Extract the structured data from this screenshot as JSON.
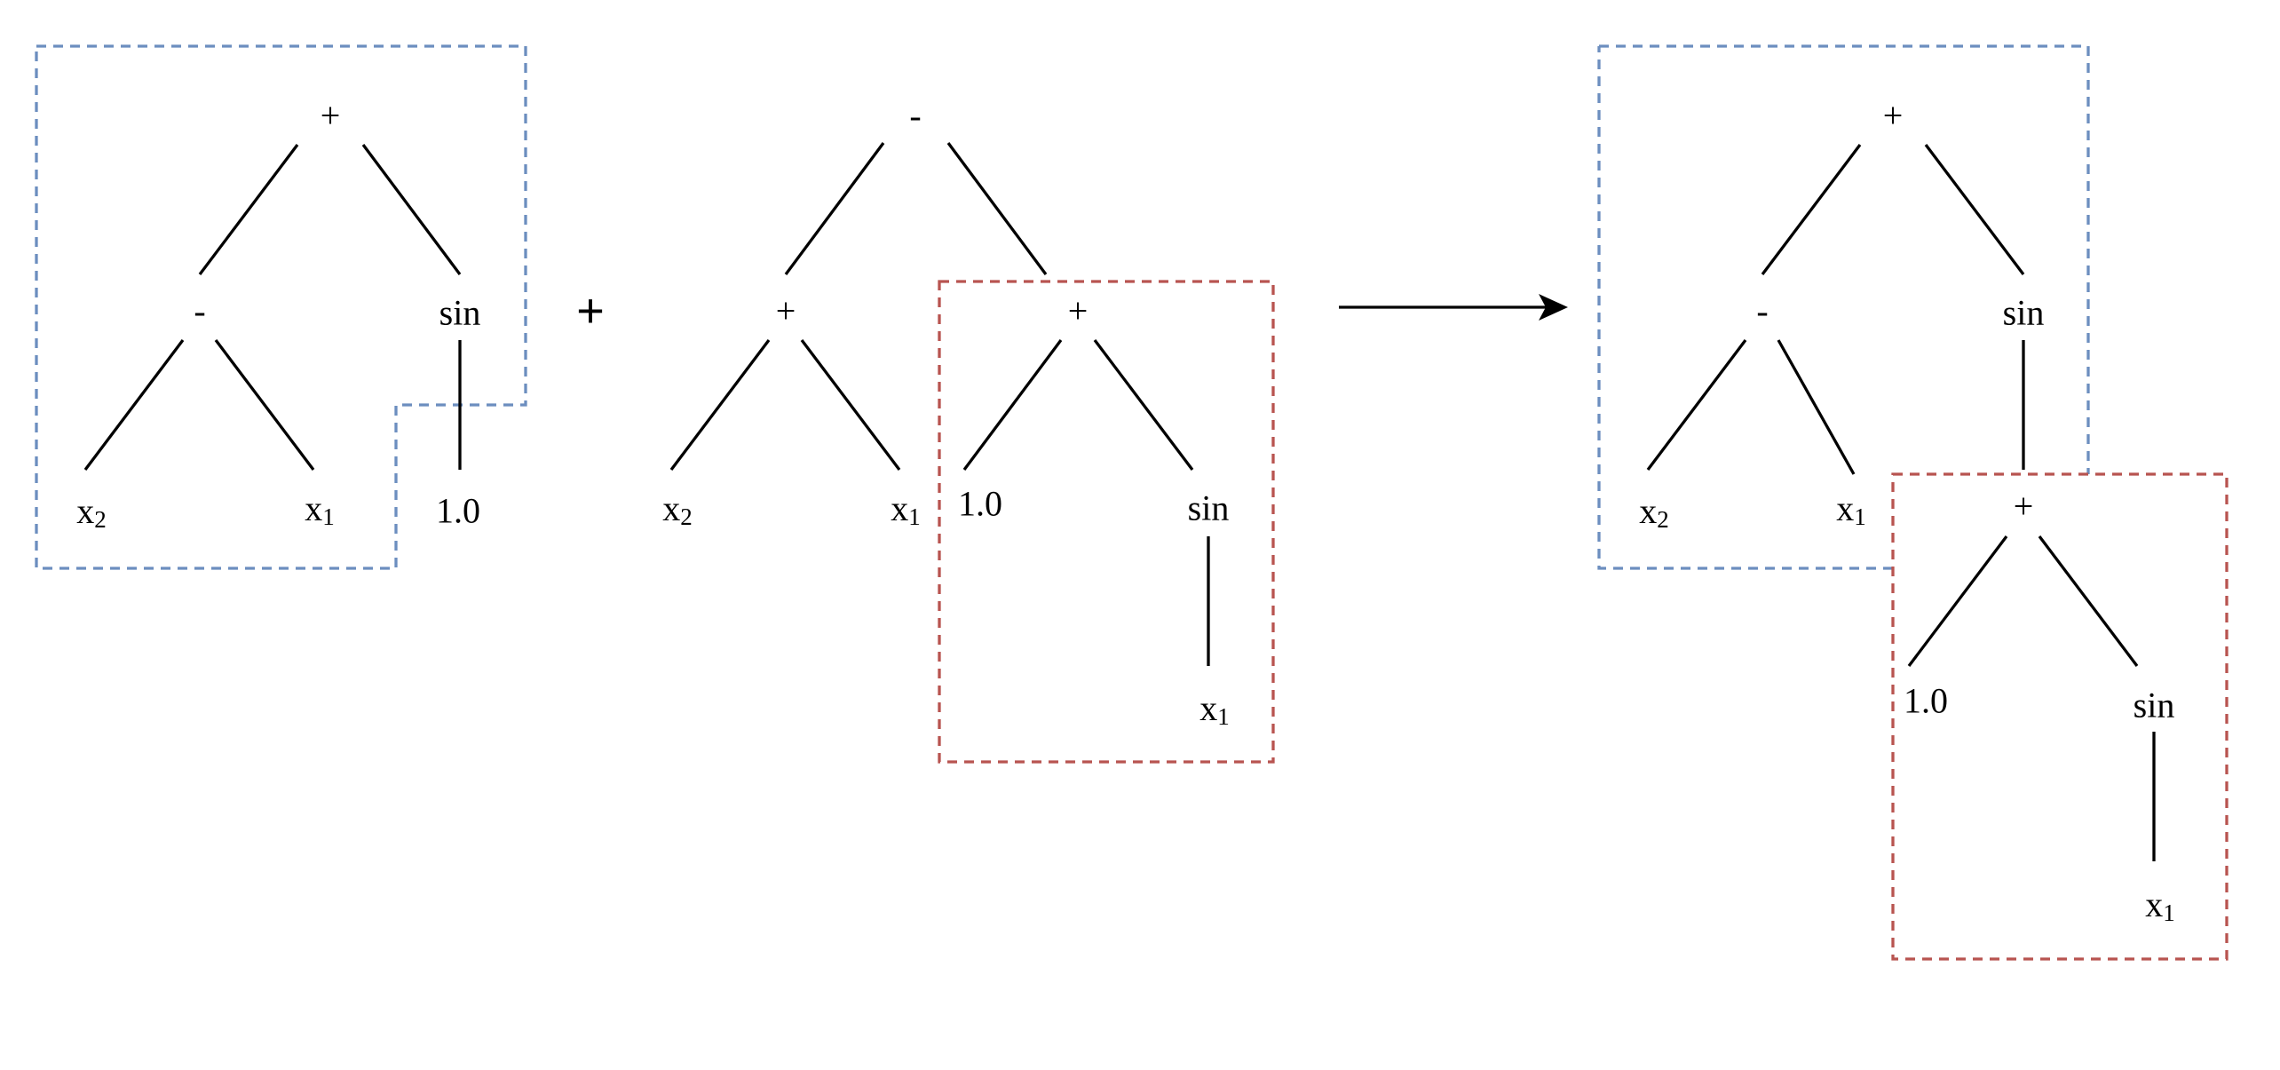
{
  "diagram": {
    "colors": {
      "parent_one_box": "#6c8ebf",
      "parent_two_box": "#b85450",
      "stroke": "#000000"
    },
    "operator_plus": "+",
    "operator_arrow": "arrow-right-icon",
    "parent_one": {
      "root": "+",
      "left_op": "-",
      "right_op": "sin",
      "leaf_x2": {
        "base": "x",
        "sub": "2"
      },
      "leaf_x1": {
        "base": "x",
        "sub": "1"
      },
      "leaf_const": "1.0"
    },
    "parent_two": {
      "root": "-",
      "left_op": "+",
      "right_op": "+",
      "leaf_x2": {
        "base": "x",
        "sub": "2"
      },
      "leaf_x1": {
        "base": "x",
        "sub": "1"
      },
      "sub_const": "1.0",
      "sub_sin": "sin",
      "sub_x1": {
        "base": "x",
        "sub": "1"
      }
    },
    "offspring": {
      "root": "+",
      "left_op": "-",
      "right_op": "sin",
      "leaf_x2": {
        "base": "x",
        "sub": "2"
      },
      "leaf_x1": {
        "base": "x",
        "sub": "1"
      },
      "graft_root": "+",
      "graft_const": "1.0",
      "graft_sin": "sin",
      "graft_x1": {
        "base": "x",
        "sub": "1"
      }
    }
  }
}
